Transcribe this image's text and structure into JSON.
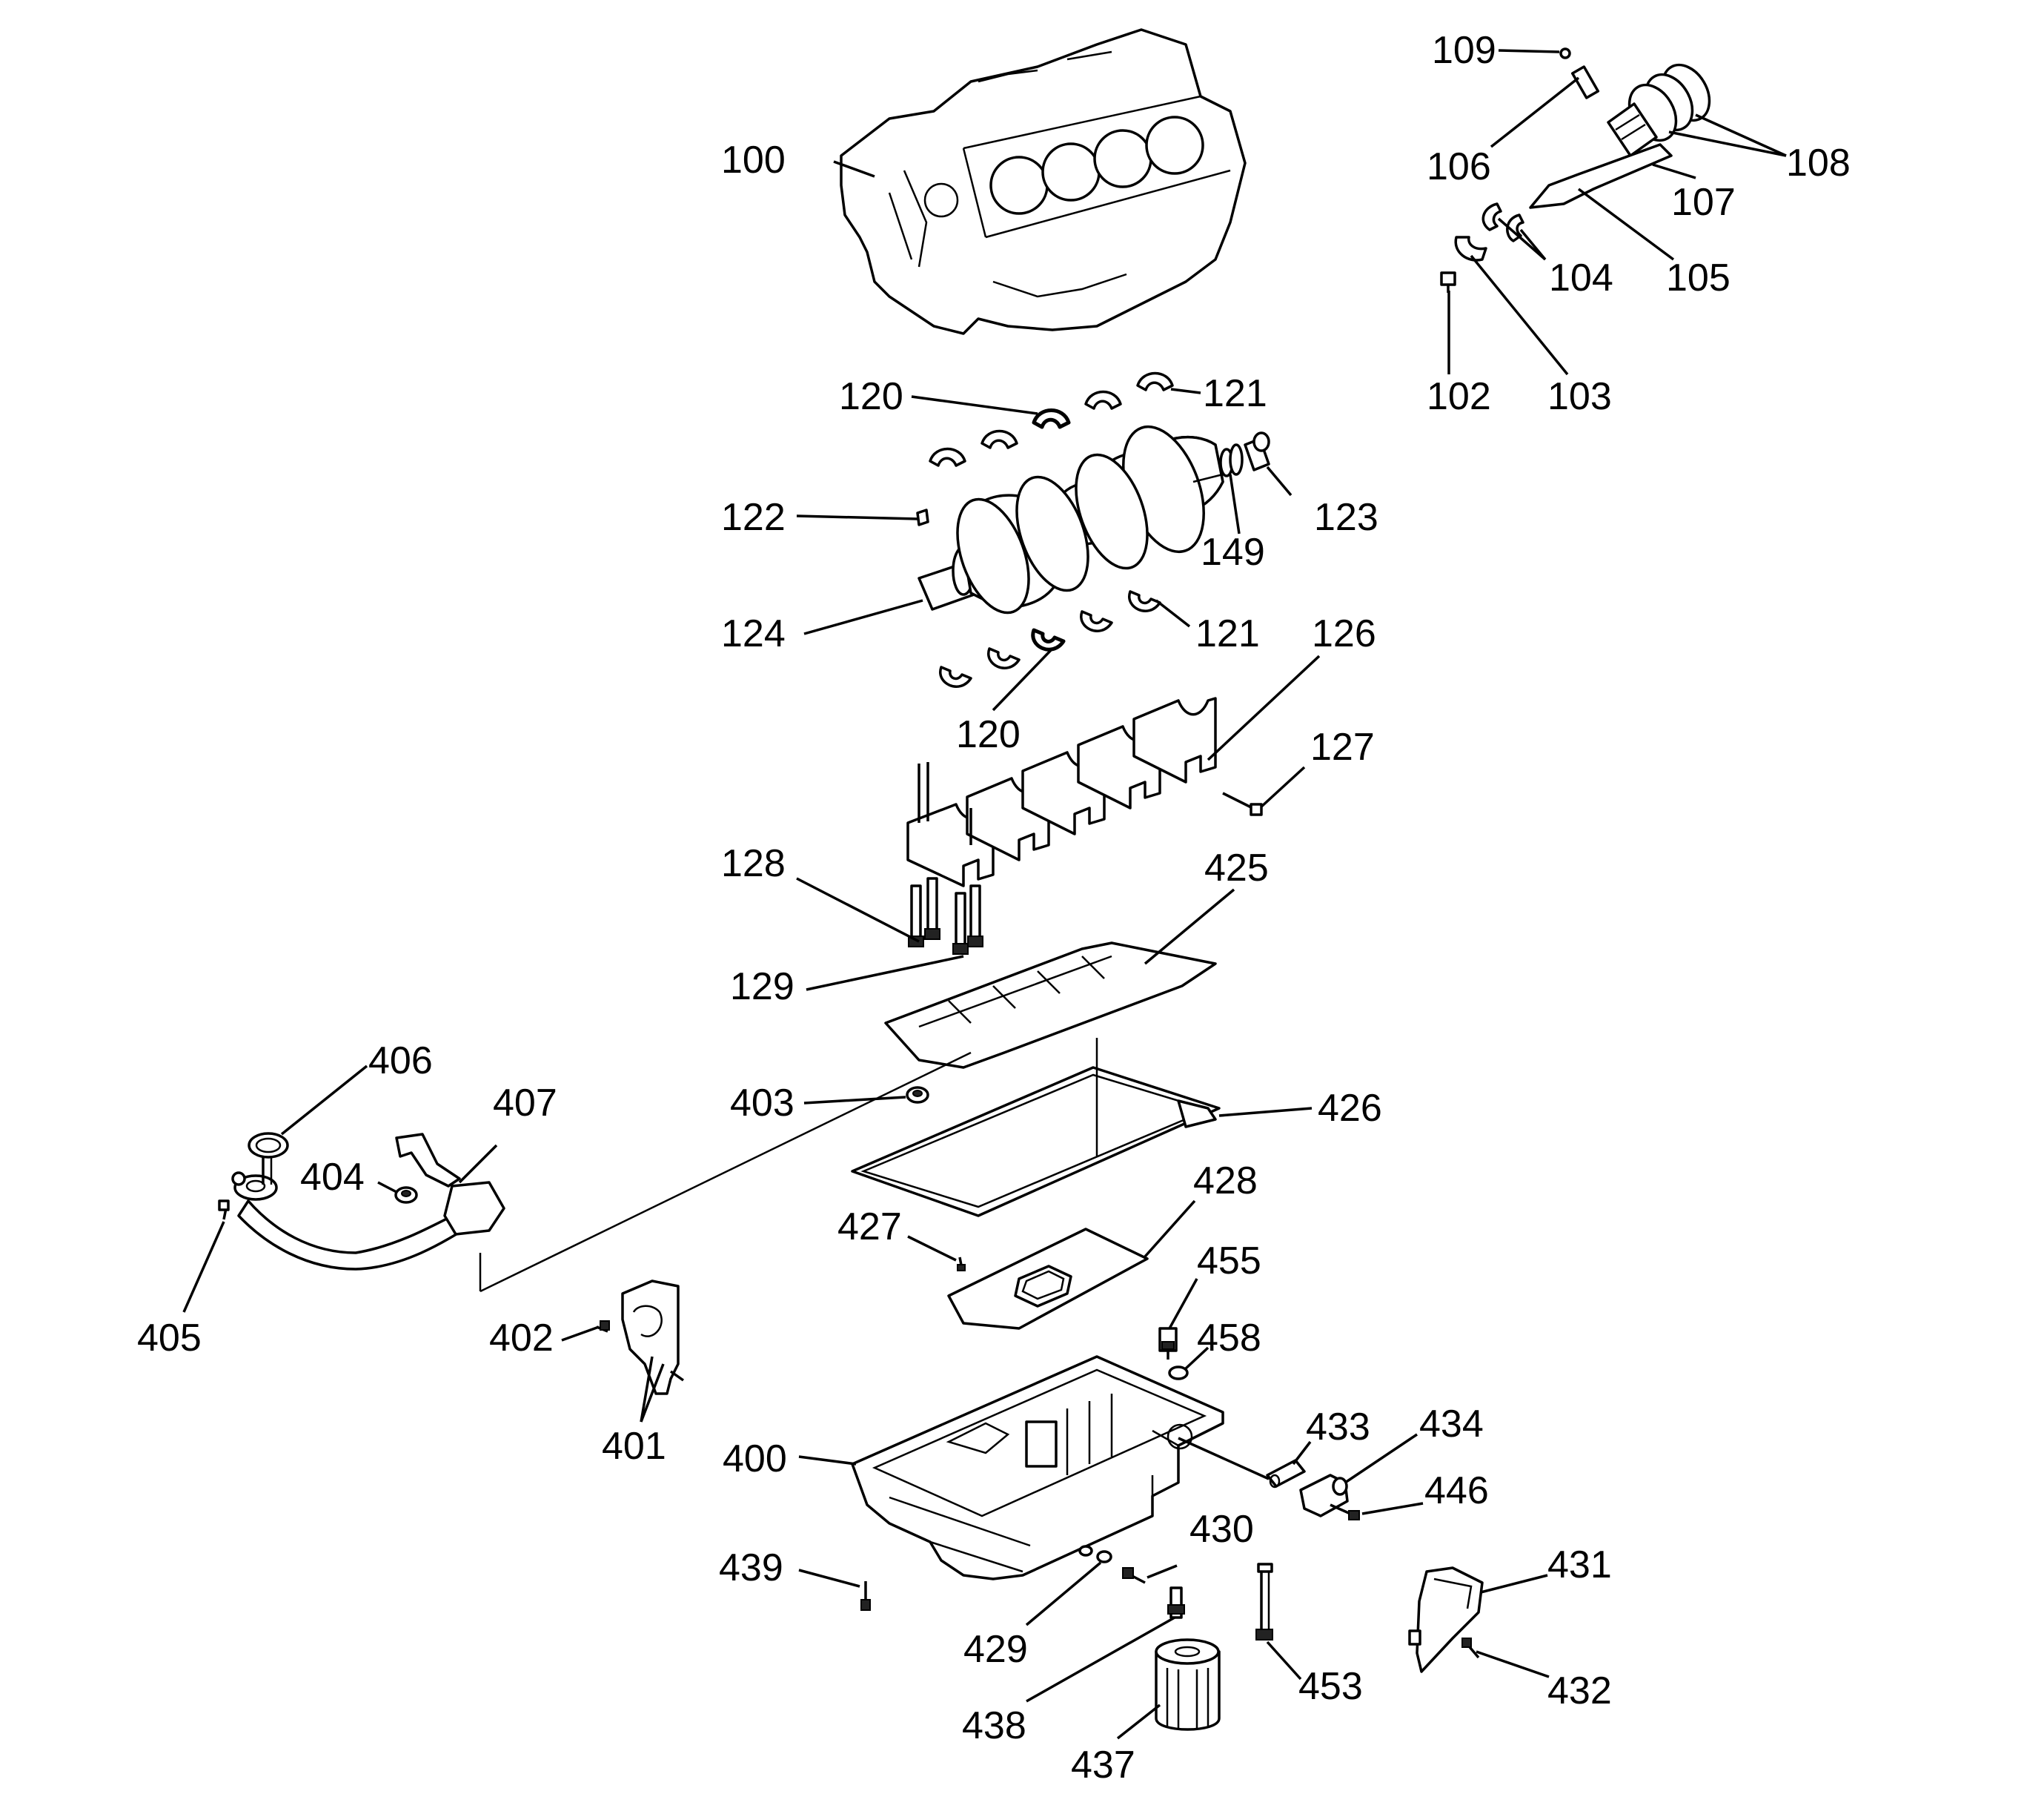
{
  "labels": {
    "l100": "100",
    "l109": "109",
    "l106": "106",
    "l108": "108",
    "l107": "107",
    "l104": "104",
    "l105": "105",
    "l102": "102",
    "l103": "103",
    "l120a": "120",
    "l121a": "121",
    "l122": "122",
    "l123": "123",
    "l149": "149",
    "l124": "124",
    "l121b": "121",
    "l120b": "120",
    "l126": "126",
    "l127": "127",
    "l128": "128",
    "l425": "425",
    "l129": "129",
    "l406": "406",
    "l407": "407",
    "l403": "403",
    "l426": "426",
    "l404": "404",
    "l428": "428",
    "l427": "427",
    "l455": "455",
    "l405": "405",
    "l402": "402",
    "l458": "458",
    "l401": "401",
    "l433": "433",
    "l434": "434",
    "l400": "400",
    "l446": "446",
    "l430": "430",
    "l431": "431",
    "l439": "439",
    "l429": "429",
    "l453": "453",
    "l432": "432",
    "l438": "438",
    "l437": "437"
  },
  "colors": {
    "ink": "#000000",
    "background": "#ffffff"
  }
}
